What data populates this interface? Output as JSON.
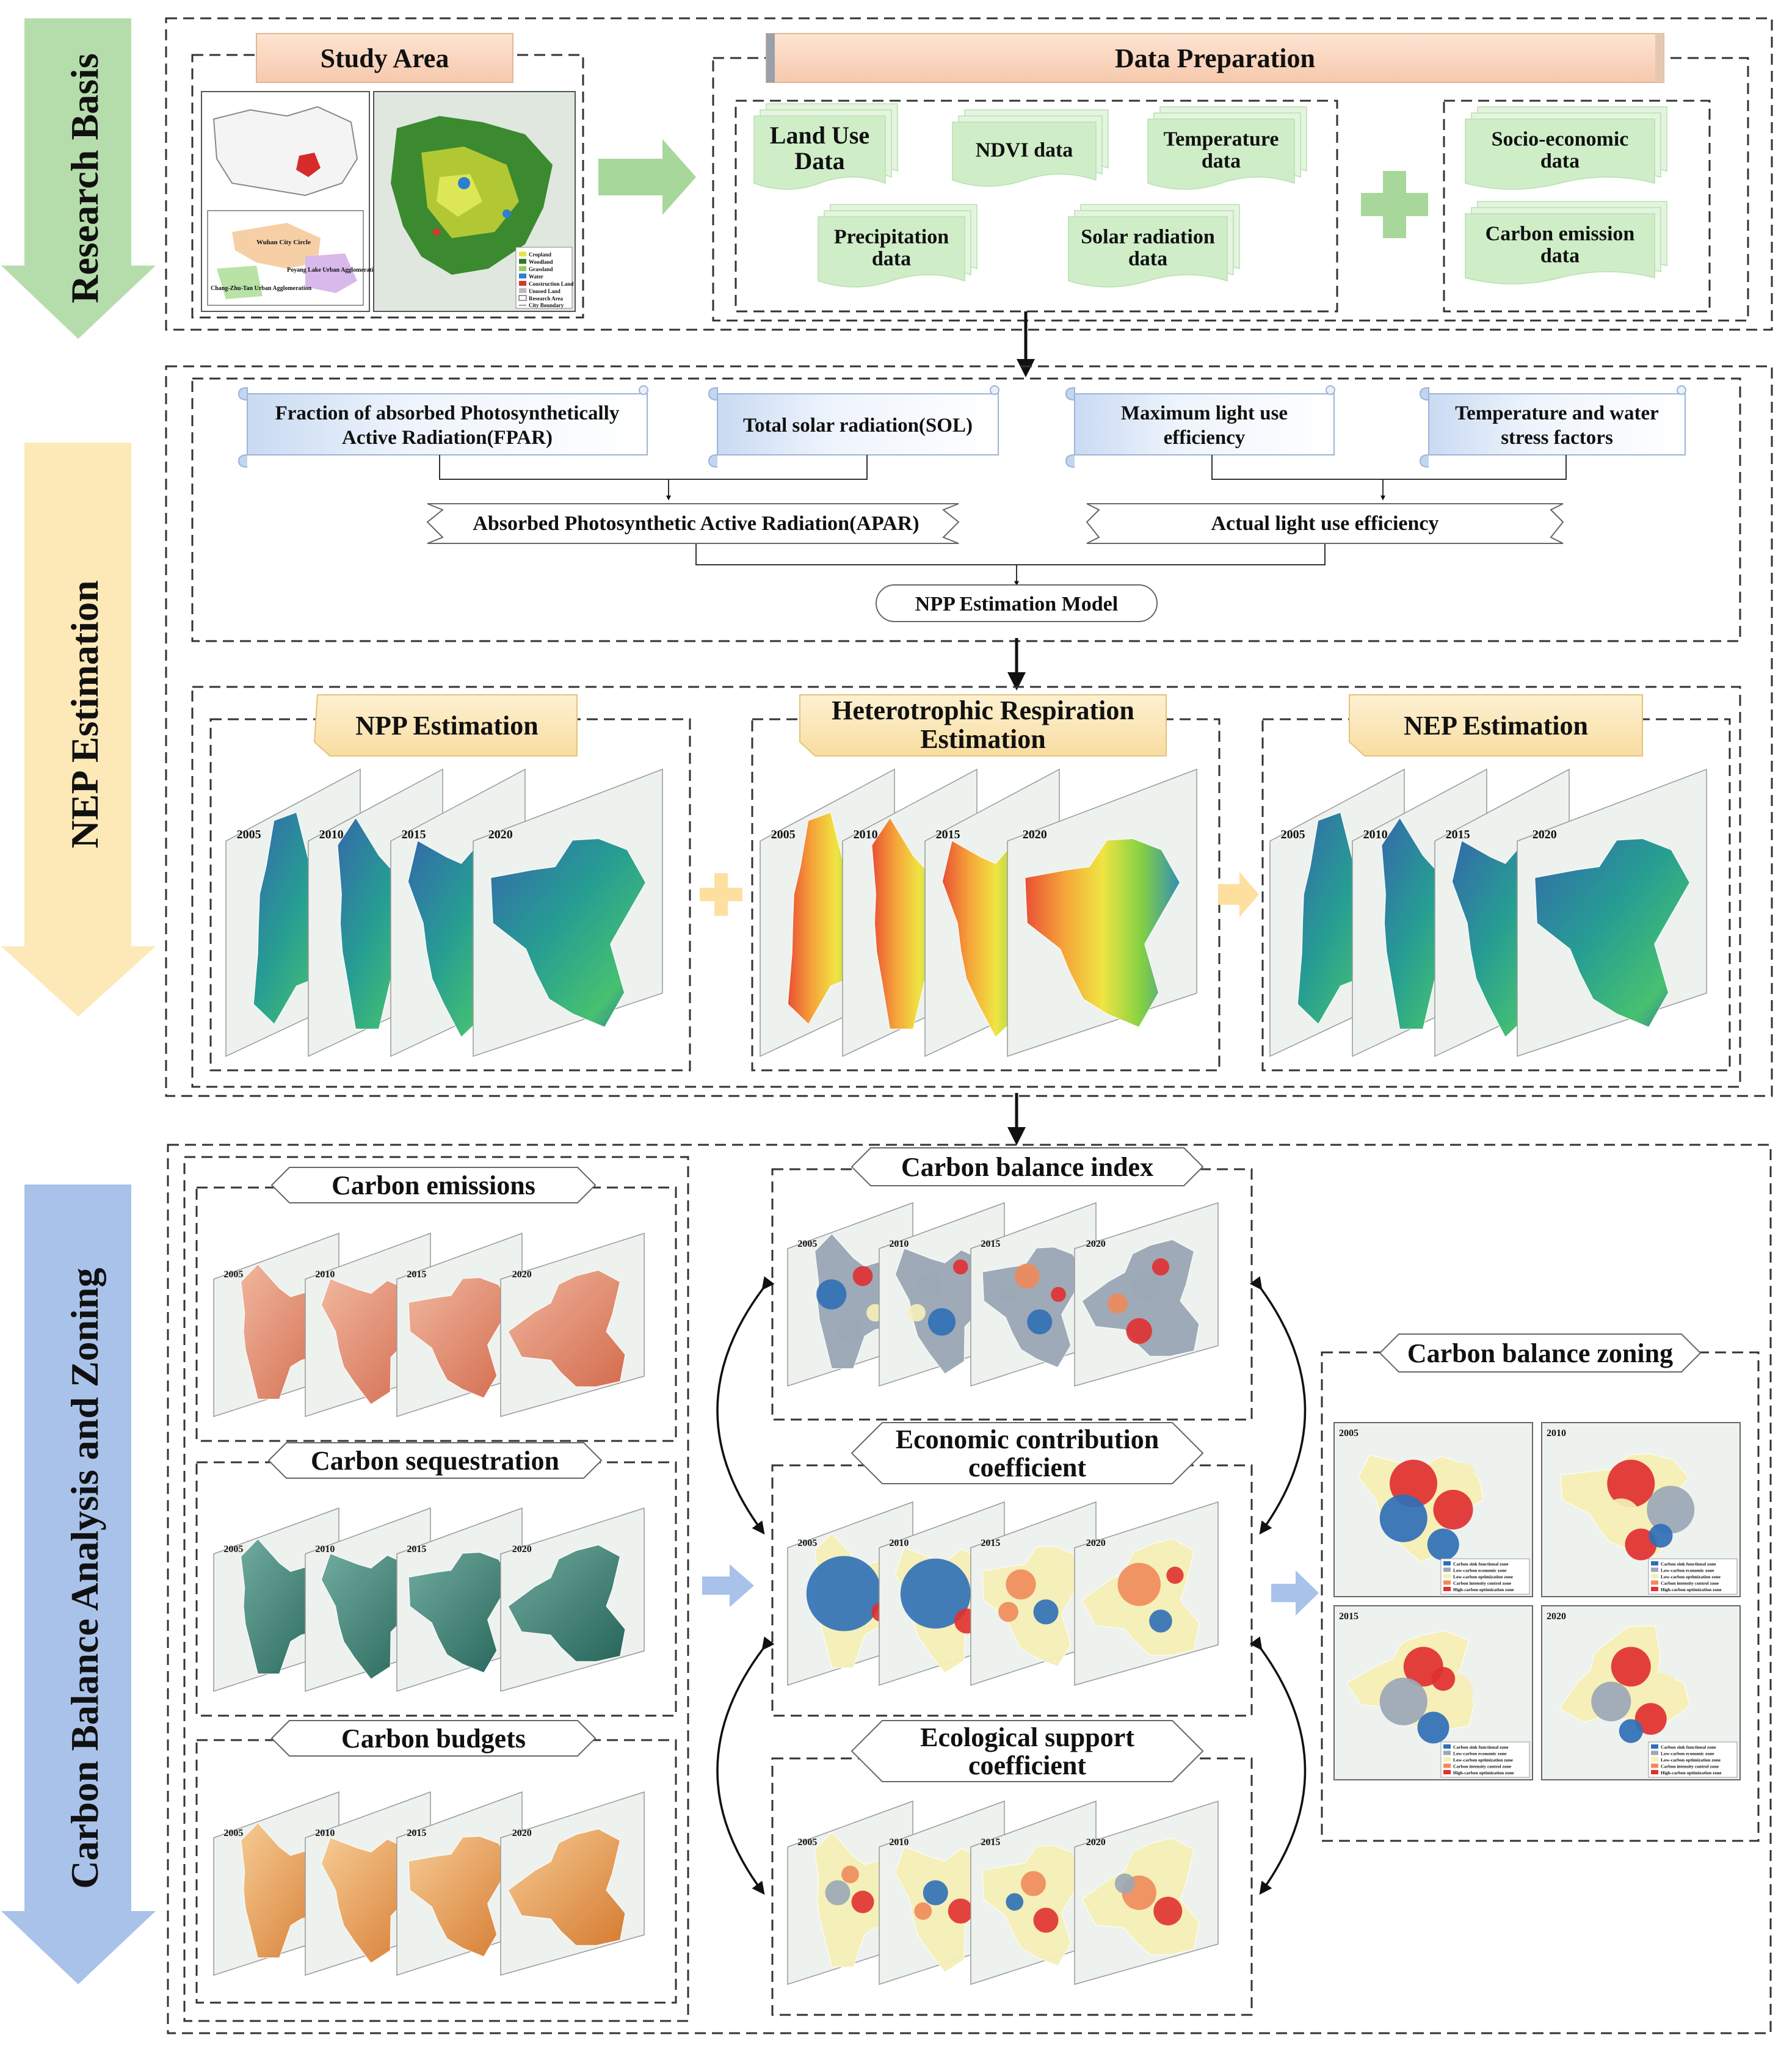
{
  "stages": {
    "research_basis": "Research Basis",
    "nep_estimation": "NEP Estimation",
    "carbon_balance": "Carbon Balance Analysis and Zoning"
  },
  "study_area": {
    "title": "Study Area",
    "legend_items": [
      "Cropland",
      "Woodland",
      "Grassland",
      "Water",
      "Construction Land",
      "Unused Land",
      "Research Area",
      "City Boundary"
    ],
    "region_labels": [
      "Wuhan City Circle",
      "Poyang Lake Urban Agglomeration",
      "Chang-Zhu-Tan Urban Agglomeration"
    ]
  },
  "data_preparation": {
    "title": "Data Preparation",
    "items_left": [
      [
        "Land Use",
        "Data"
      ],
      [
        "NDVI data"
      ],
      [
        "Temperature",
        "data"
      ],
      [
        "Precipitation",
        "data"
      ],
      [
        "Solar radiation",
        "data"
      ]
    ],
    "items_right": [
      [
        "Socio-economic",
        "data"
      ],
      [
        "Carbon emission",
        "data"
      ]
    ]
  },
  "npp_model": {
    "inputs": [
      [
        "Fraction of absorbed Photosynthetically",
        "Active Radiation(FPAR)"
      ],
      [
        "Total solar radiation(SOL)"
      ],
      [
        "Maximum light use",
        "efficiency"
      ],
      [
        "Temperature and water",
        "stress factors"
      ]
    ],
    "apar": "Absorbed Photosynthetic Active Radiation(APAR)",
    "actual_lue": "Actual  light use efficiency",
    "npp_model": "NPP  Estimation Model"
  },
  "estimations": {
    "npp": "NPP Estimation",
    "rh": [
      "Heterotrophic Respiration",
      "Estimation"
    ],
    "nep": "NEP Estimation",
    "years": [
      "2005",
      "2010",
      "2015",
      "2020"
    ]
  },
  "carbon_balance": {
    "emissions": "Carbon emissions",
    "sequestration": "Carbon sequestration",
    "budgets": "Carbon budgets",
    "cbi": "Carbon balance index",
    "ecc": [
      "Economic contribution",
      "coefficient"
    ],
    "esc": [
      "Ecological support",
      "coefficient"
    ],
    "zoning": "Carbon balance zoning",
    "zone_legend": [
      "Carbon sink functional zone",
      "Low-carbon economic zone",
      "Low-carbon optimization zone",
      "Carbon intensity control zone",
      "High-carbon optimization zone"
    ]
  },
  "colors": {
    "green_arrow": "#a7d79a",
    "yellow_arrow": "#fde9b8",
    "blue_arrow": "#a9c2ea",
    "peach_title": "#fbdcc6",
    "scroll_fill": "#dbe8f8",
    "paper_green": "#d4efcf",
    "map_npp": "#1f9e8a",
    "map_rh": "#f6d32a",
    "emission": "#e58a6a",
    "sequestration": "#2f7a6c",
    "budget": "#f0a55a",
    "zone_red": "#e03030",
    "zone_blue": "#2f6fb6"
  }
}
